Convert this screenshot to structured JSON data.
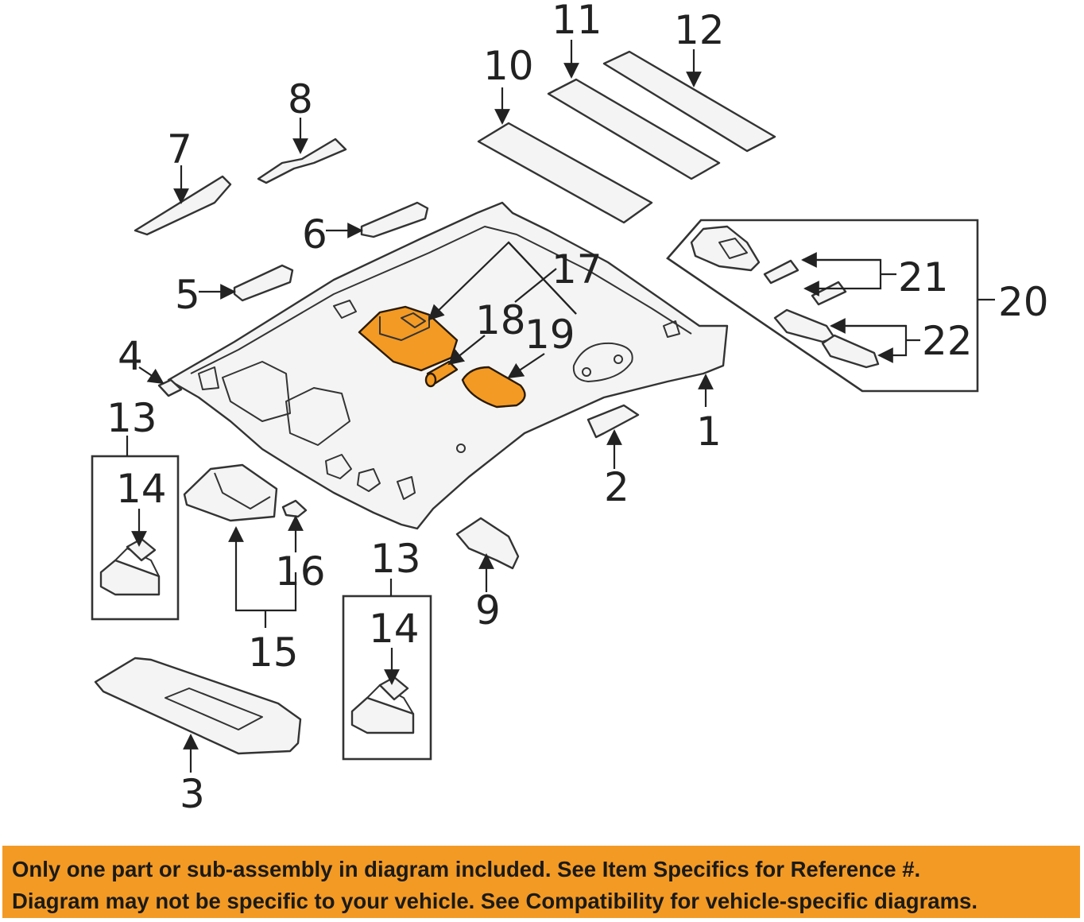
{
  "diagram": {
    "callouts": [
      "1",
      "2",
      "3",
      "4",
      "5",
      "6",
      "7",
      "8",
      "9",
      "10",
      "11",
      "12",
      "13",
      "14",
      "15",
      "16",
      "17",
      "18",
      "19",
      "20",
      "21",
      "22",
      "13",
      "14"
    ],
    "highlight_color": "#f39a24"
  },
  "banner": {
    "line1": "Only one part or sub-assembly in diagram included. See Item Specifics for Reference #.",
    "line2": "Diagram may not be specific to your vehicle. See Compatibility for vehicle-specific diagrams.",
    "background": "#f39a24"
  }
}
